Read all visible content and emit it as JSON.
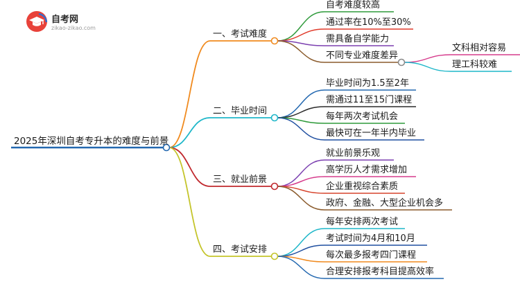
{
  "logo": {
    "name": "自考网",
    "url": "zikao-zikao.com"
  },
  "mindmap": {
    "root": "2025年深圳自考专升本的难度与前景",
    "branches": [
      {
        "label": "一、考试难度",
        "color": "#f08a1e",
        "children": [
          {
            "label": "自考难度较高",
            "color": "#2e9a3a"
          },
          {
            "label": "通过率在10%至30%",
            "color": "#e03a2a"
          },
          {
            "label": "需具备自学能力",
            "color": "#7b3fb0"
          },
          {
            "label": "不同专业难度差异",
            "color": "#8a5a2b",
            "children": [
              {
                "label": "文科相对容易",
                "color": "#d63b8c"
              },
              {
                "label": "理工科较难",
                "color": "#1fb7c9"
              }
            ]
          }
        ]
      },
      {
        "label": "二、毕业时间",
        "color": "#1fb7c9",
        "children": [
          {
            "label": "毕业时间为1.5至2年",
            "color": "#2368b0"
          },
          {
            "label": "需通过11至15门课程",
            "color": "#2a2a2a"
          },
          {
            "label": "每年两次考试机会",
            "color": "#2e9a3a"
          },
          {
            "label": "最快可在一年半内毕业",
            "color": "#1f4fa0"
          }
        ]
      },
      {
        "label": "三、就业前景",
        "color": "#c0282d",
        "children": [
          {
            "label": "就业前景乐观",
            "color": "#7b3fb0"
          },
          {
            "label": "高学历人才需求增加",
            "color": "#d63b8c"
          },
          {
            "label": "企业重视综合素质",
            "color": "#d6432b"
          },
          {
            "label": "政府、金融、大型企业机会多",
            "color": "#8a5a2b"
          }
        ]
      },
      {
        "label": "四、考试安排",
        "color": "#c4c42a",
        "children": [
          {
            "label": "每年安排两次考试",
            "color": "#1fb7c9"
          },
          {
            "label": "考试时间为4月和10月",
            "color": "#1f4fa0"
          },
          {
            "label": "每次最多报考四门课程",
            "color": "#f08a1e"
          },
          {
            "label": "合理安排报考科目提高效率",
            "color": "#2368b0"
          }
        ]
      }
    ]
  }
}
